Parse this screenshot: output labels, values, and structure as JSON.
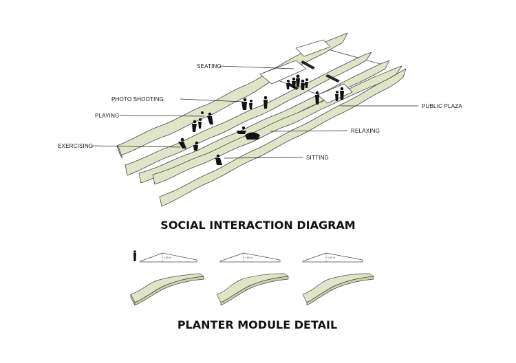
{
  "diagram": {
    "labels": {
      "seating": "SEATING",
      "photo_shooting": "PHOTO SHOOTING",
      "playing": "PLAYING",
      "exercising": "EXERCISING",
      "public_plaza": "PUBLIC PLAZA",
      "relaxing": "RELAXING",
      "sitting": "SITTING"
    },
    "title": "SOCIAL INTERACTION DIAGRAM"
  },
  "module_detail": {
    "dimension_labels": [
      "1.60 m",
      "1.60 m",
      "1.60 m"
    ],
    "title": "PLANTER MODULE DETAIL"
  },
  "colors": {
    "planter_fill": "#dfe6c8",
    "plaza_fill": "#ffffff",
    "outline": "#444444",
    "figure": "#111111"
  }
}
